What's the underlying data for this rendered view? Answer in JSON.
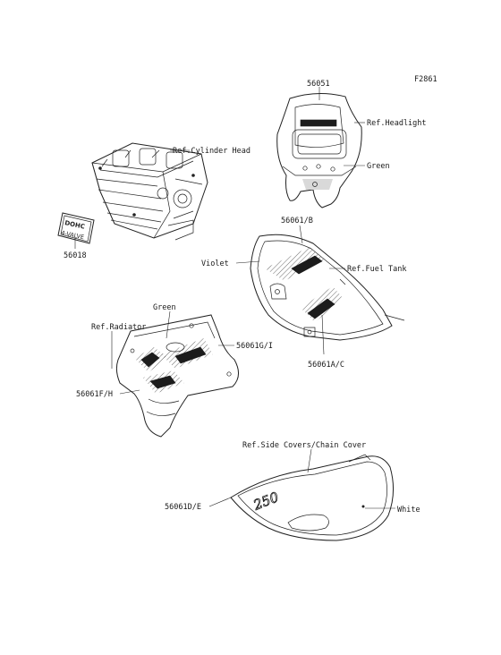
{
  "figure_code": "F2861",
  "parts": {
    "headlight_number": "56051",
    "headlight_ref": "Ref.Headlight",
    "headlight_color": "Green",
    "cylinder_head_ref": "Ref.Cylinder Head",
    "emblem_number": "56018",
    "emblem_text_top": "DOHC",
    "emblem_text_bottom": "4-VALVE",
    "fuel_tank_number_upper": "56061/B",
    "fuel_tank_ref": "Ref.Fuel Tank",
    "fuel_tank_color": "Violet",
    "fuel_tank_number_lower": "56061A/C",
    "radiator_color": "Green",
    "radiator_ref": "Ref.Radiator",
    "radiator_number_right": "56061G/I",
    "radiator_number_left": "56061F/H",
    "side_cover_ref": "Ref.Side Covers/Chain Cover",
    "side_cover_number": "56061D/E",
    "side_cover_color": "White",
    "side_cover_logo": "250"
  }
}
